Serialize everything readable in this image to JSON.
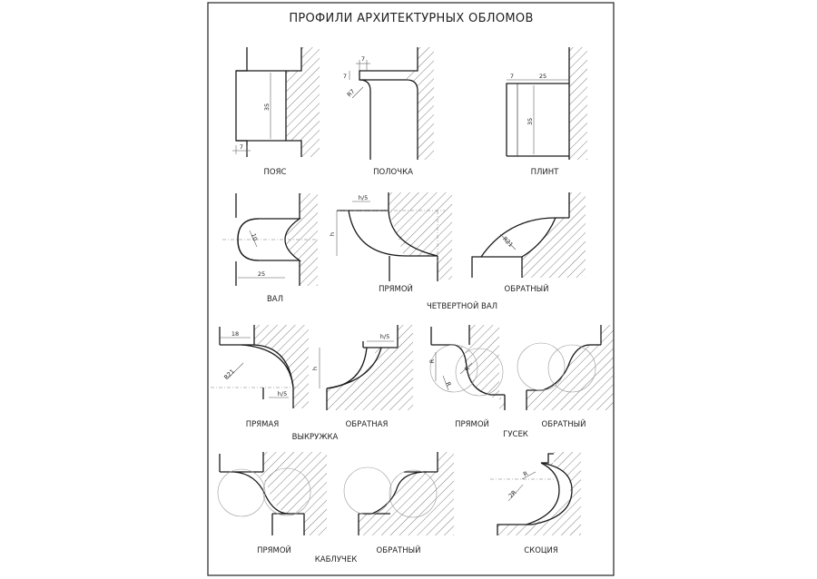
{
  "title": "ПРОФИЛИ АРХИТЕКТУРНЫХ ОБЛОМОВ",
  "captions": {
    "poyas": "ПОЯС",
    "polochka": "ПОЛОЧКА",
    "plint": "ПЛИНТ",
    "val": "ВАЛ",
    "quarter_straight": "ПРЯМОЙ",
    "quarter_reverse": "ОБРАТНЫЙ",
    "quarter_group": "ЧЕТВЕРТНОЙ ВАЛ",
    "vykruzhka_straight": "ПРЯМАЯ",
    "vykruzhka_reverse": "ОБРАТНАЯ",
    "vykruzhka_group": "ВЫКРУЖКА",
    "gusek_straight": "ПРЯМОЙ",
    "gusek_reverse": "ОБРАТНЫЙ",
    "gusek_group": "ГУСЕК",
    "kabluchek_straight": "ПРЯМОЙ",
    "kabluchek_reverse": "ОБРАТНЫЙ",
    "kabluchek_group": "КАБЛУЧЕК",
    "skotsiya": "СКОЦИЯ"
  },
  "dimensions": {
    "poyas_height": "35",
    "poyas_offset": "7",
    "polochka_width": "7",
    "polochka_height": "7",
    "polochka_radius": "R7",
    "plint_offset": "7",
    "plint_width": "25",
    "plint_height": "35",
    "val_radius": "10",
    "val_width": "25",
    "quarter_step": "h/5",
    "quarter_h": "h",
    "quarter_radius": "R21",
    "vyk_width": "18",
    "vyk_radius": "R21",
    "vyk_step": "h/5",
    "vyk_rev_step": "h/5",
    "vyk_rev_h": "h",
    "gusek_r1": "R",
    "gusek_r2": "R",
    "gusek_r3": "R",
    "skotsiya_r": "R",
    "skotsiya_2r": "2R"
  }
}
